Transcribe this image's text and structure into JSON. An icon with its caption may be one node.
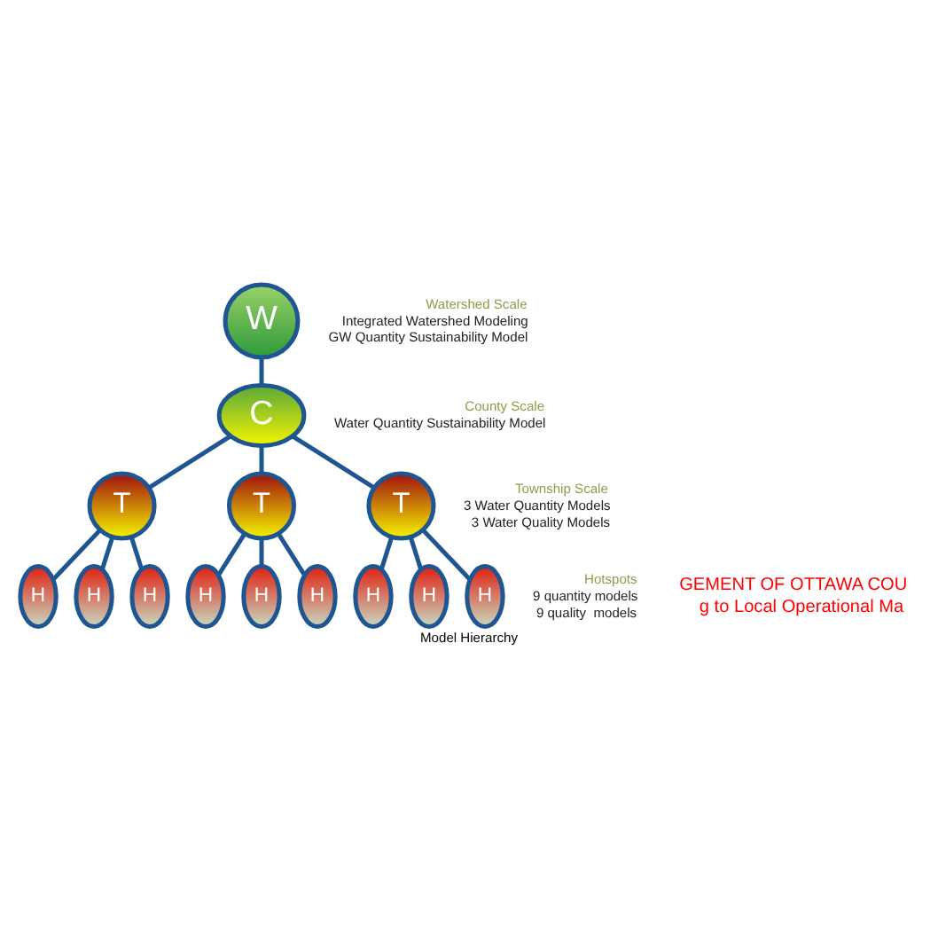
{
  "diagram": {
    "caption": "Model Hierarchy",
    "nodes": [
      {
        "text": [
          "W"
        ]
      },
      {
        "text": [
          "C"
        ]
      },
      {
        "text": [
          "T"
        ]
      },
      {
        "text": [
          "T"
        ]
      },
      {
        "text": [
          "T"
        ]
      },
      {
        "text": [
          "H"
        ]
      },
      {
        "text": [
          "H"
        ]
      },
      {
        "text": [
          "H"
        ]
      },
      {
        "text": [
          "H"
        ]
      },
      {
        "text": [
          "H"
        ]
      },
      {
        "text": [
          "H"
        ]
      },
      {
        "text": [
          "H"
        ]
      },
      {
        "text": [
          "H"
        ]
      },
      {
        "text": [
          "H"
        ]
      }
    ],
    "edges": [
      {
        "from": 0,
        "to": 1,
        "arrow": "none"
      },
      {
        "from": 1,
        "to": 2,
        "arrow": "none"
      },
      {
        "from": 1,
        "to": 3,
        "arrow": "none"
      },
      {
        "from": 1,
        "to": 4,
        "arrow": "none"
      },
      {
        "from": 2,
        "to": 5,
        "arrow": "none"
      },
      {
        "from": 2,
        "to": 6,
        "arrow": "none"
      },
      {
        "from": 2,
        "to": 7,
        "arrow": "none"
      },
      {
        "from": 4,
        "to": 8,
        "arrow": "none"
      },
      {
        "from": 4,
        "to": 9,
        "arrow": "none"
      },
      {
        "from": 4,
        "to": 10,
        "arrow": "none"
      },
      {
        "from": 3,
        "to": 11,
        "arrow": "none"
      },
      {
        "from": 3,
        "to": 12,
        "arrow": "none"
      },
      {
        "from": 3,
        "to": 13,
        "arrow": "none"
      }
    ],
    "labels": [
      "Watershed Scale",
      "Integrated Watershed Modeling",
      "GW Quantity Sustainability Model",
      "County Scale",
      "Water Quantity Sustainability Model",
      "Township Scale",
      "3 Water Quantity Models",
      "3 Water Quality Models",
      "Hotspots",
      "9 quantity models",
      "9 quality  models",
      "GEMENT OF OTTAWA COU",
      "g to Local Operational Ma"
    ]
  }
}
